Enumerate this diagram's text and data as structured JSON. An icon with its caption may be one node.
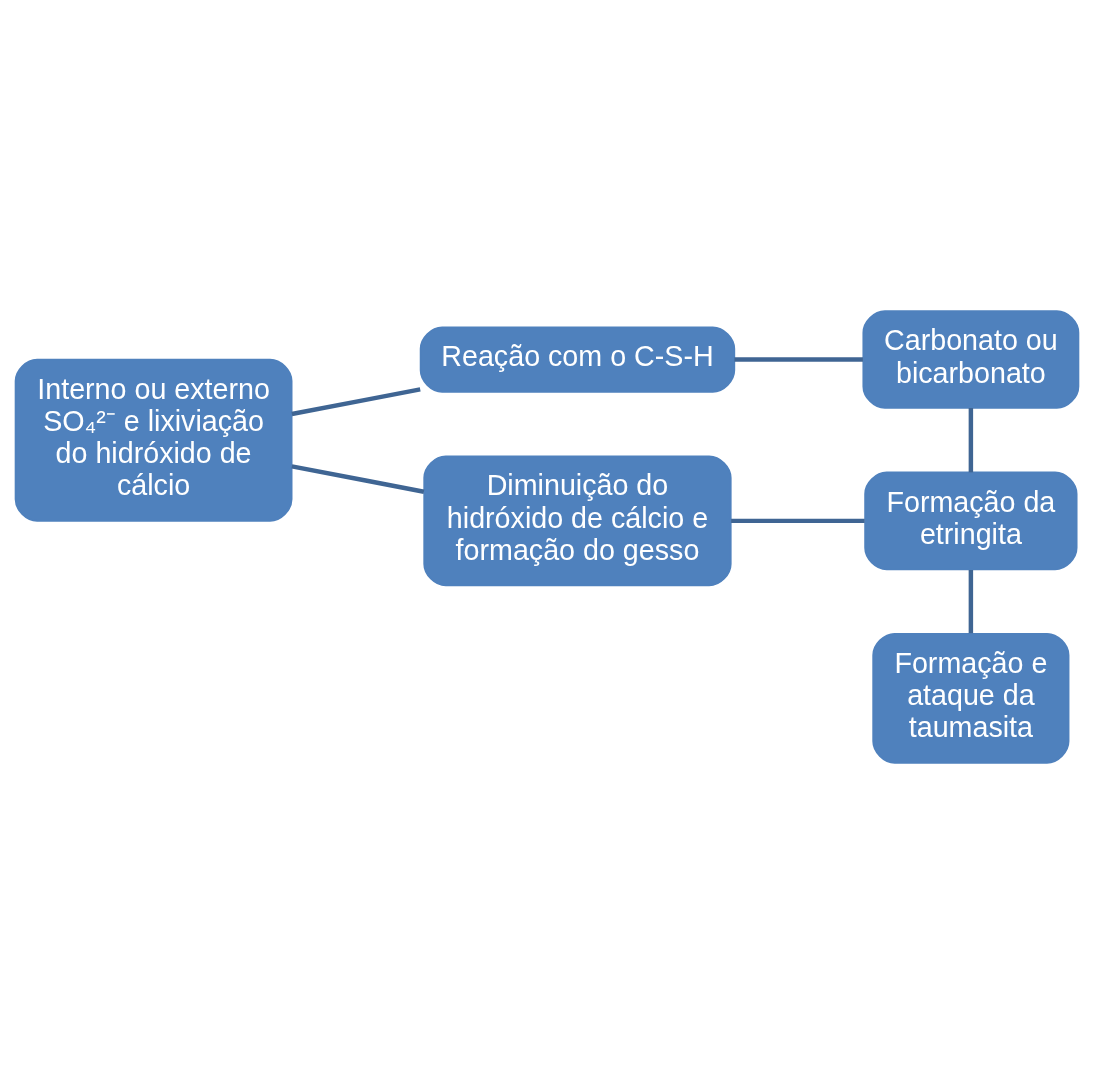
{
  "diagram": {
    "nodes": [
      {
        "text": [
          "Interno ou externo SO₄²⁻ e lixiviação do hidróxido de cálcio"
        ]
      },
      {
        "text": [
          "Reação com o C-S-H"
        ]
      },
      {
        "text": [
          "Diminuição do hidróxido de cálcio e formação do gesso"
        ]
      },
      {
        "text": [
          "Carbonato ou bicarbonato"
        ]
      },
      {
        "text": [
          "Formação da etringita"
        ]
      },
      {
        "text": [
          "Formação e ataque da taumasita"
        ]
      }
    ],
    "edges": [
      {
        "from": 0,
        "to": 1,
        "arrow": "none"
      },
      {
        "from": 0,
        "to": 2,
        "arrow": "none"
      },
      {
        "from": 1,
        "to": 3,
        "arrow": "none"
      },
      {
        "from": 2,
        "to": 4,
        "arrow": "none"
      },
      {
        "from": 3,
        "to": 4,
        "arrow": "none"
      },
      {
        "from": 4,
        "to": 5,
        "arrow": "none"
      }
    ]
  }
}
